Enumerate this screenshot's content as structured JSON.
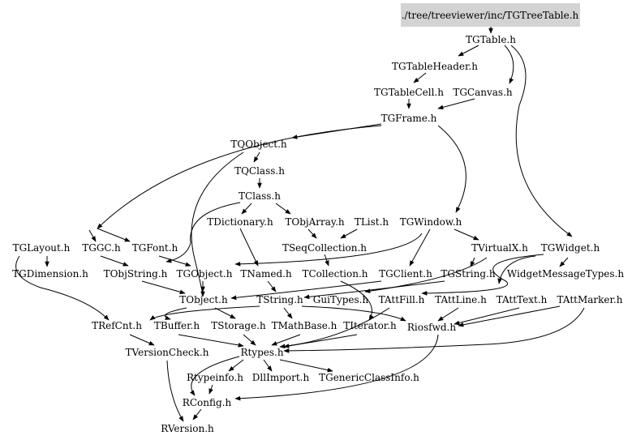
{
  "root": "./tree/treeviewer/inc/TGTreeTable.h",
  "nodes": {
    "tgtable": "TGTable.h",
    "tgtableheader": "TGTableHeader.h",
    "tgtablecell": "TGTableCell.h",
    "tgcanvas": "TGCanvas.h",
    "tgframe": "TGFrame.h",
    "tqobject": "TQObject.h",
    "tqclass": "TQClass.h",
    "tclass": "TClass.h",
    "tdictionary": "TDictionary.h",
    "tobjarray": "TObjArray.h",
    "tlist": "TList.h",
    "tgwindow": "TGWindow.h",
    "tseqcollection": "TSeqCollection.h",
    "tglayout": "TGLayout.h",
    "tggc": "TGGC.h",
    "tgfont": "TGFont.h",
    "tvirtualx": "TVirtualX.h",
    "tgwidget": "TGWidget.h",
    "tgdimension": "TGDimension.h",
    "tobjstring": "TObjString.h",
    "tgobject": "TGObject.h",
    "tnamed": "TNamed.h",
    "tcollection": "TCollection.h",
    "tgclient": "TGClient.h",
    "tgstring": "TGString.h",
    "widgetmessagetypes": "WidgetMessageTypes.h",
    "tobject": "TObject.h",
    "tstring": "TString.h",
    "guitypes": "GuiTypes.h",
    "tattfill": "TAttFill.h",
    "tattline": "TAttLine.h",
    "tatttext": "TAttText.h",
    "tattmarker": "TAttMarker.h",
    "trefcnt": "TRefCnt.h",
    "tbuffer": "TBuffer.h",
    "tstorage": "TStorage.h",
    "tmathbase": "TMathBase.h",
    "titerator": "TIterator.h",
    "riosfwd": "Riosfwd.h",
    "tversioncheck": "TVersionCheck.h",
    "rtypes": "Rtypes.h",
    "rtypeinfo": "Rtypeinfo.h",
    "dllimport": "DllImport.h",
    "tgenericclassinfo": "TGenericClassInfo.h",
    "rconfig": "RConfig.h",
    "rversion": "RVersion.h"
  }
}
